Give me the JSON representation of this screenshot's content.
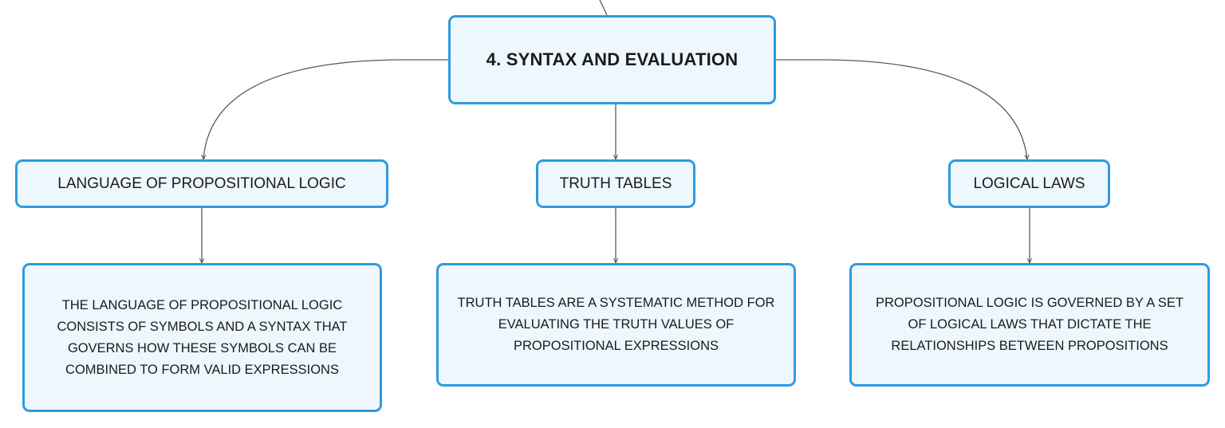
{
  "colors": {
    "node_fill": "#eef7fd",
    "node_border": "#2e9be0",
    "connector": "#5a5a5a",
    "text": "#1b1b1b"
  },
  "root": {
    "label": "4. SYNTAX AND EVALUATION"
  },
  "branches": [
    {
      "label": "LANGUAGE OF PROPOSITIONAL LOGIC",
      "detail": "THE LANGUAGE OF PROPOSITIONAL LOGIC CONSISTS OF SYMBOLS AND A SYNTAX THAT GOVERNS HOW THESE SYMBOLS CAN BE COMBINED TO FORM VALID EXPRESSIONS"
    },
    {
      "label": "TRUTH TABLES",
      "detail": "TRUTH TABLES ARE A SYSTEMATIC METHOD FOR EVALUATING THE TRUTH VALUES OF PROPOSITIONAL EXPRESSIONS"
    },
    {
      "label": "LOGICAL LAWS",
      "detail": "PROPOSITIONAL LOGIC IS GOVERNED BY A SET OF LOGICAL LAWS THAT DICTATE THE RELATIONSHIPS BETWEEN PROPOSITIONS"
    }
  ]
}
